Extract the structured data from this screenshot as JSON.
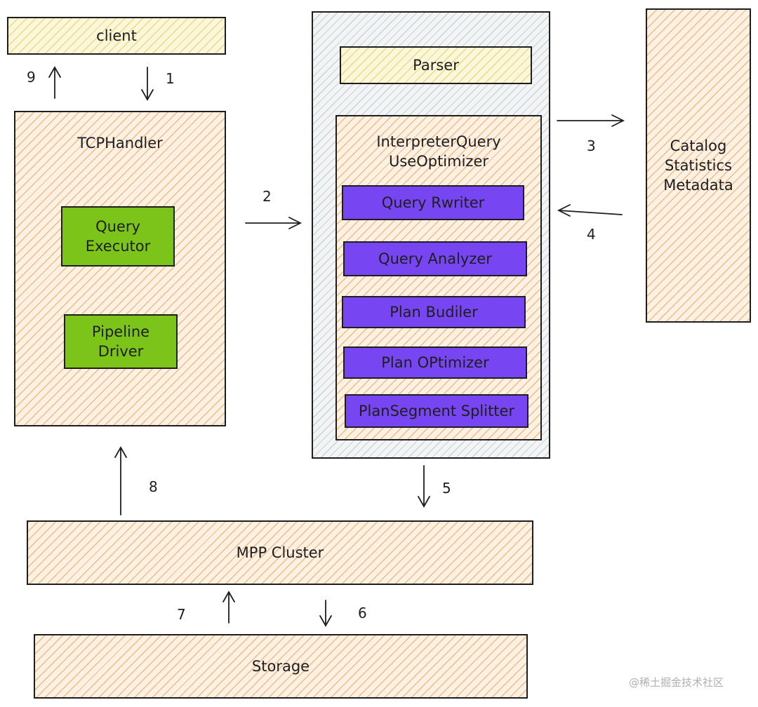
{
  "nodes": {
    "client": "client",
    "tcp_handler": "TCPHandler",
    "query_executor": "Query\nExecutor",
    "pipeline_driver": "Pipeline\nDriver",
    "parser": "Parser",
    "interpreter": "InterpreterQuery\nUseOptimizer",
    "query_rewriter": "Query Rwriter",
    "query_analyzer": "Query Analyzer",
    "plan_builder": "Plan Budiler",
    "plan_optimizer": "Plan OPtimizer",
    "plansegment_splitter": "PlanSegment Splitter",
    "catalog": "Catalog\nStatistics\nMetadata",
    "mpp_cluster": "MPP Cluster",
    "storage": "Storage"
  },
  "steps": [
    "1",
    "2",
    "3",
    "4",
    "5",
    "6",
    "7",
    "8",
    "9"
  ],
  "colors": {
    "hatch_orange": "#f08c32",
    "hatch_yellow": "#e1be3c",
    "green": "#7cc41a",
    "purple": "#7746f2",
    "stroke": "#1e1e1e"
  },
  "watermark": "@稀土掘金技术社区"
}
